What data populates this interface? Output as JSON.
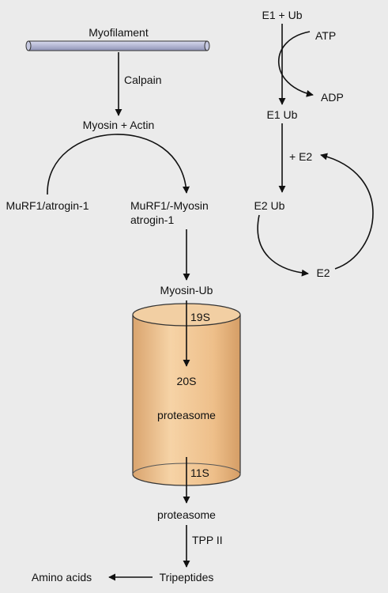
{
  "labels": {
    "myofilament": "Myofilament",
    "calpain": "Calpain",
    "myosin_actin": "Myosin + Actin",
    "murf1_atrogin": "MuRF1/atrogin-1",
    "murf1_myosin_line1": "MuRF1/-Myosin",
    "murf1_myosin_line2": "atrogin-1",
    "myosin_ub": "Myosin-Ub",
    "s19": "19S",
    "s20": "20S",
    "proteasome_inner": "proteasome",
    "s11": "11S",
    "proteasome_outer": "proteasome",
    "tpp2": "TPP II",
    "tripeptides": "Tripeptides",
    "amino_acids": "Amino acids",
    "e1_ub": "E1 + Ub",
    "atp": "ATP",
    "adp": "ADP",
    "e1ub": "E1 Ub",
    "plus_e2": "+ E2",
    "e2ub": "E2 Ub",
    "e2": "E2"
  },
  "colors": {
    "background": "#ebebeb",
    "cylinder_fill": "#f0c593",
    "cylinder_shade": "#d9a46e",
    "myofilament_fill": "#b9bcd6",
    "stroke": "#111111"
  }
}
